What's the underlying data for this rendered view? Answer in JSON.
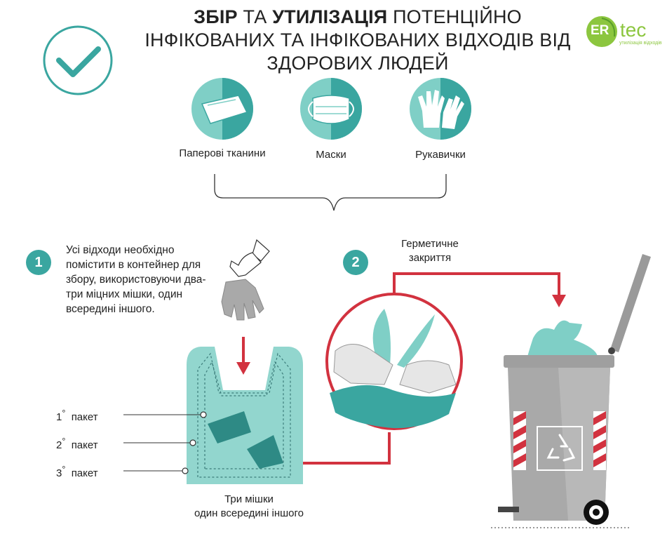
{
  "title": {
    "bold1": "ЗБІР",
    "normal1": " ТА ",
    "bold2": "УТИЛІЗАЦІЯ",
    "normal2": " ПОТЕНЦІЙНО",
    "line2": "ІНФІКОВАНИХ ТА ІНФІКОВАНИХ ВІДХОДІВ ВІД",
    "line3": "ЗДОРОВИХ ЛЮДЕЙ"
  },
  "logo": {
    "prefix": "ER",
    "brand": "tec",
    "tagline": "утилізація відходів"
  },
  "categories": [
    {
      "label": "Паперові тканини",
      "icon": "paper-tissue-icon"
    },
    {
      "label": "Маски",
      "icon": "mask-icon"
    },
    {
      "label": "Рукавички",
      "icon": "gloves-icon"
    }
  ],
  "steps": [
    {
      "number": "1",
      "text": "Усі відходи необхідно помістити в контейнер для збору, використовуючи два-три міцних мішки, один всередині іншого."
    },
    {
      "number": "2",
      "text": "Герметичне закриття"
    }
  ],
  "bag_layers": [
    {
      "num": "1",
      "label": "пакет"
    },
    {
      "num": "2",
      "label": "пакет"
    },
    {
      "num": "3",
      "label": "пакет"
    }
  ],
  "bag_caption": {
    "line1": "Три мішки",
    "line2": "один всередині іншого"
  },
  "colors": {
    "teal": "#3aa6a0",
    "teal_light": "#7fcfc6",
    "arrow_red": "#d2323f",
    "bin_grey": "#a9a9a9"
  }
}
